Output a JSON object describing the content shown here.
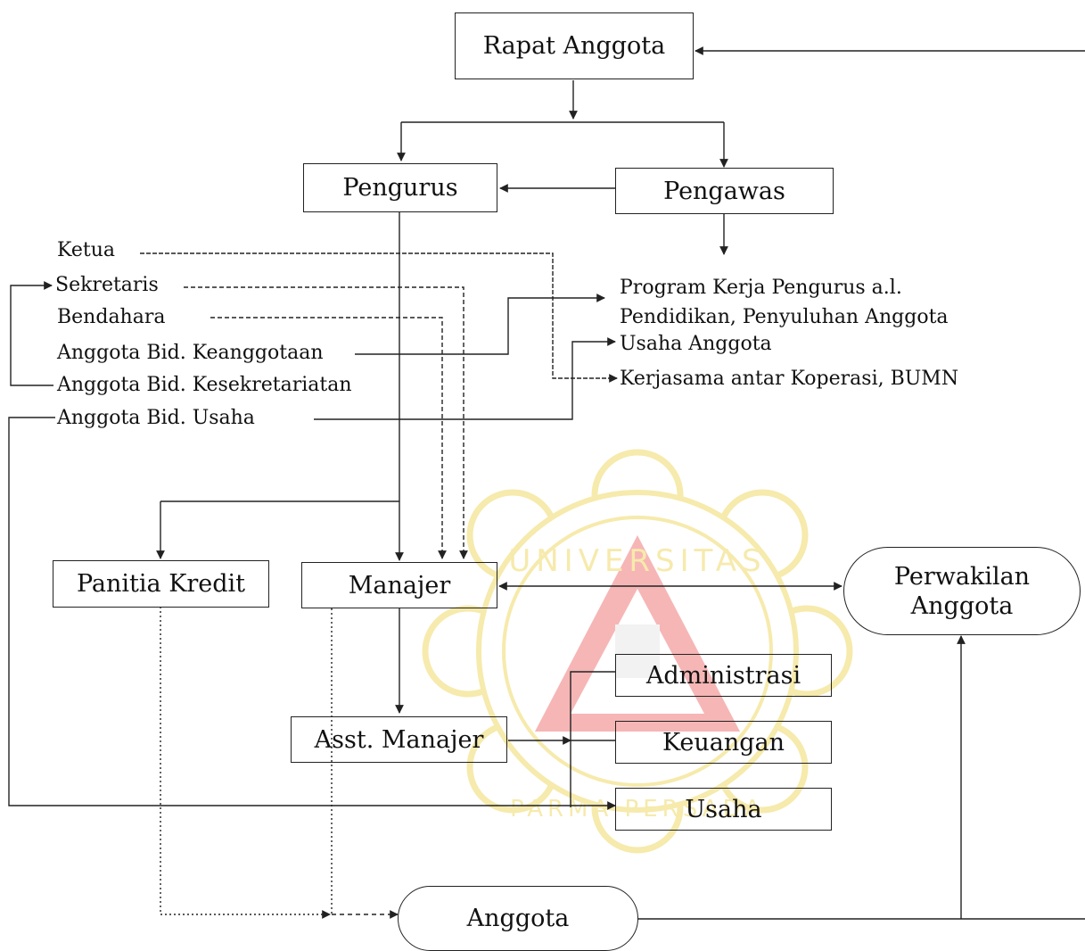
{
  "nodes": {
    "rapat_anggota": "Rapat Anggota",
    "pengurus": "Pengurus",
    "pengawas": "Pengawas",
    "panitia_kredit": "Panitia Kredit",
    "manajer": "Manajer",
    "asst_manajer": "Asst. Manajer",
    "administrasi": "Administrasi",
    "keuangan": "Keuangan",
    "usaha": "Usaha",
    "perwakilan_line1": "Perwakilan",
    "perwakilan_line2": "Anggota",
    "anggota": "Anggota"
  },
  "pengurus_members": {
    "ketua": "Ketua",
    "sekretaris": "Sekretaris",
    "bendahara": "Bendahara",
    "bid_keanggotaan": "Anggota Bid. Keanggotaan",
    "bid_kesekretariatan": "Anggota Bid. Kesekretariatan",
    "bid_usaha": "Anggota Bid. Usaha"
  },
  "programs": {
    "program_line1": "Program Kerja Pengurus a.l.",
    "program_line2": "Pendidikan, Penyuluhan Anggota",
    "usaha_anggota": "Usaha Anggota",
    "kerjasama": "Kerjasama antar Koperasi, BUMN"
  },
  "watermark": {
    "university_text": "UNIVERSITAS",
    "city_text": "PARMA PERSADA",
    "petal_color": "#f3e08a",
    "triangle_color": "#ef6f6f"
  }
}
